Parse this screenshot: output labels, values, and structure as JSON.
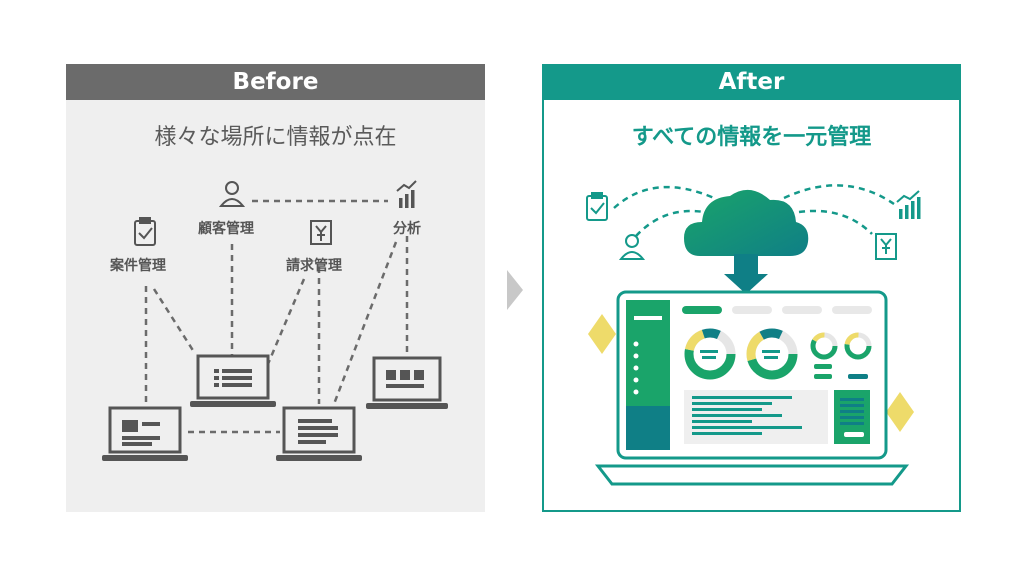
{
  "before": {
    "header": "Before",
    "subtitle": "様々な場所に情報が点在",
    "labels": {
      "customer": "顧客管理",
      "analysis": "分析",
      "case": "案件管理",
      "billing": "請求管理"
    }
  },
  "after": {
    "header": "After",
    "subtitle": "すべての情報を一元管理"
  },
  "colors": {
    "before_header": "#6b6b6b",
    "before_bg": "#efefef",
    "after_accent": "#14998a",
    "icon_gray": "#555555",
    "diamond": "#eedb6a",
    "arrow": "#c8c8c8"
  },
  "icons": {
    "customer": "person-icon",
    "analysis": "bar-chart-icon",
    "case": "clipboard-check-icon",
    "billing": "yen-receipt-icon",
    "cloud": "cloud-icon"
  }
}
